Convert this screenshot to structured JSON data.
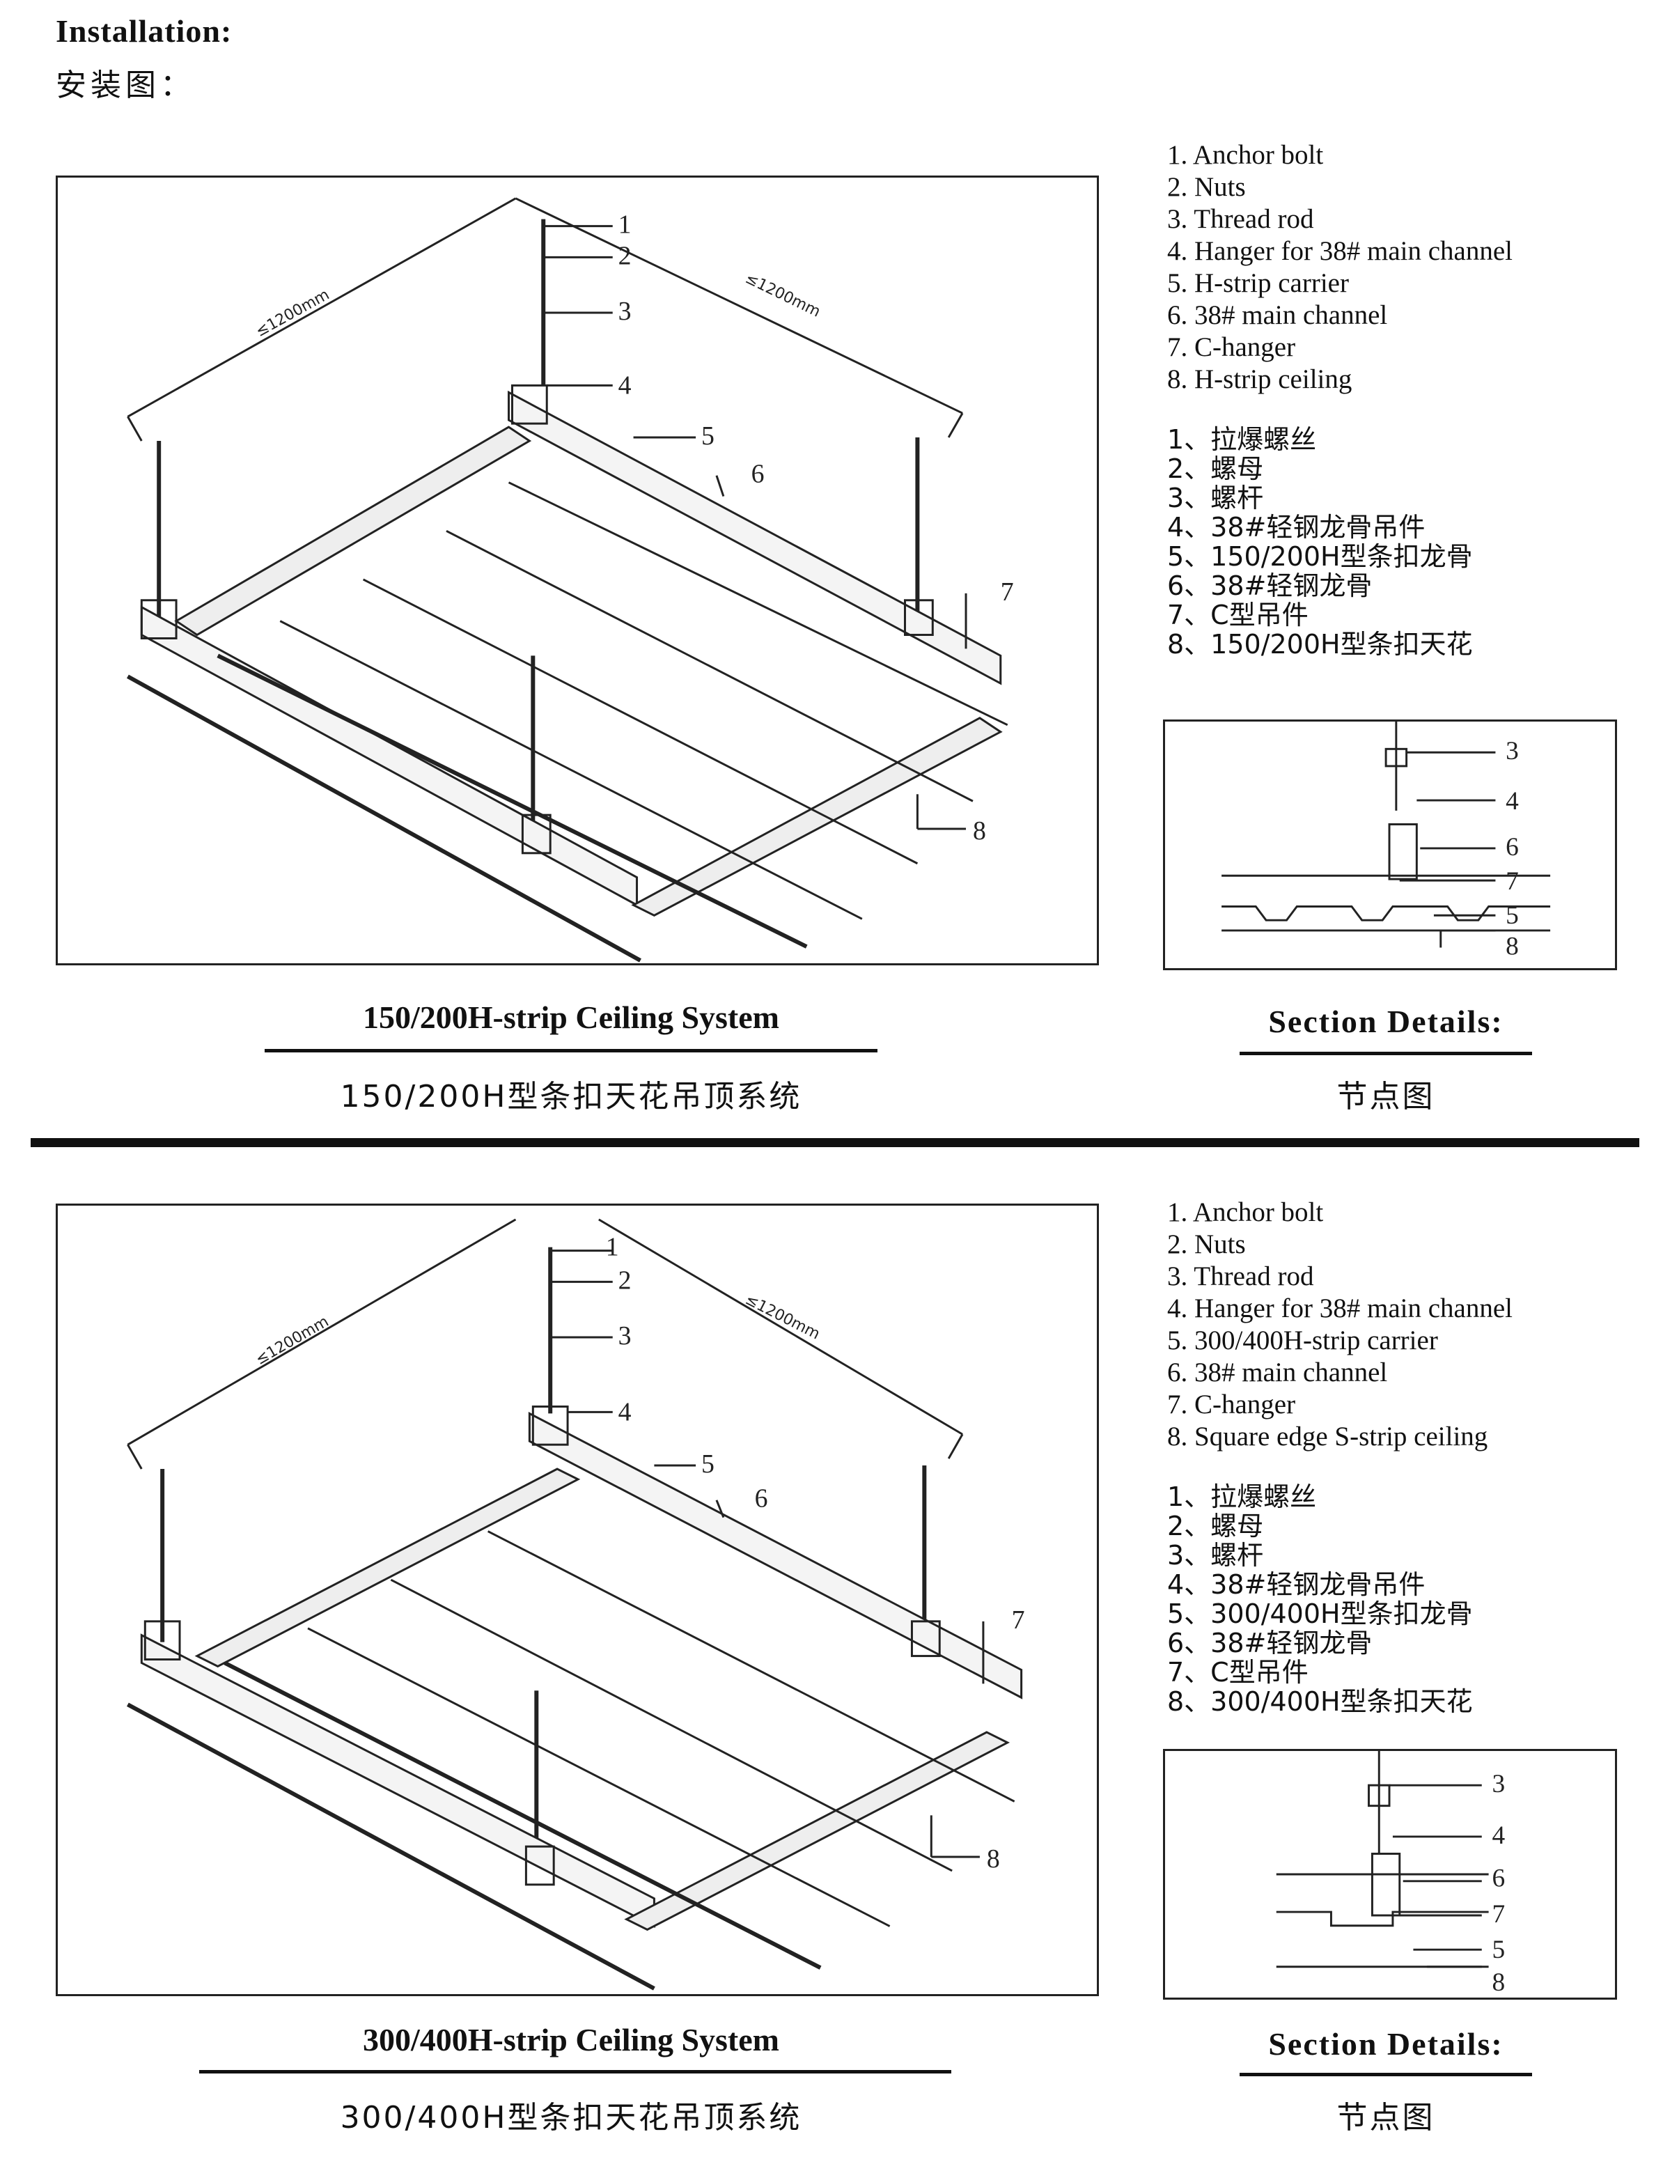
{
  "header": {
    "title_en": "Installation:",
    "title_zh": "安装图："
  },
  "systems": [
    {
      "legend_en": [
        "1. Anchor bolt",
        "2. Nuts",
        "3. Thread rod",
        "4. Hanger for 38# main channel",
        "5. H-strip carrier",
        "6. 38# main channel",
        "7. C-hanger",
        "8. H-strip ceiling"
      ],
      "legend_zh": [
        "1、拉爆螺丝",
        "2、螺母",
        "3、螺杆",
        "4、38#轻钢龙骨吊件",
        "5、150/200H型条扣龙骨",
        "6、38#轻钢龙骨",
        "7、C型吊件",
        "8、150/200H型条扣天花"
      ],
      "dims": [
        "≤1200mm",
        "≤1200mm"
      ],
      "callouts": [
        "1",
        "2",
        "3",
        "4",
        "5",
        "6",
        "7",
        "8"
      ],
      "section_callouts": [
        "3",
        "4",
        "6",
        "7",
        "5",
        "8"
      ],
      "caption_en": "150/200H-strip Ceiling System",
      "caption_zh": "150/200H型条扣天花吊顶系统",
      "section_title_en": "Section Details:",
      "section_title_zh": "节点图"
    },
    {
      "legend_en": [
        "1. Anchor bolt",
        "2. Nuts",
        "3. Thread rod",
        "4. Hanger for 38# main channel",
        "5. 300/400H-strip carrier",
        "6. 38# main channel",
        "7. C-hanger",
        "8. Square edge S-strip ceiling"
      ],
      "legend_zh": [
        "1、拉爆螺丝",
        "2、螺母",
        "3、螺杆",
        "4、38#轻钢龙骨吊件",
        "5、300/400H型条扣龙骨",
        "6、38#轻钢龙骨",
        "7、C型吊件",
        "8、300/400H型条扣天花"
      ],
      "dims": [
        "≤1200mm",
        "≤1200mm"
      ],
      "callouts": [
        "1",
        "2",
        "3",
        "4",
        "5",
        "6",
        "7",
        "8"
      ],
      "section_callouts": [
        "3",
        "4",
        "6",
        "7",
        "5",
        "8"
      ],
      "caption_en": "300/400H-strip Ceiling System",
      "caption_zh": "300/400H型条扣天花吊顶系统",
      "section_title_en": "Section Details:",
      "section_title_zh": "节点图"
    }
  ]
}
